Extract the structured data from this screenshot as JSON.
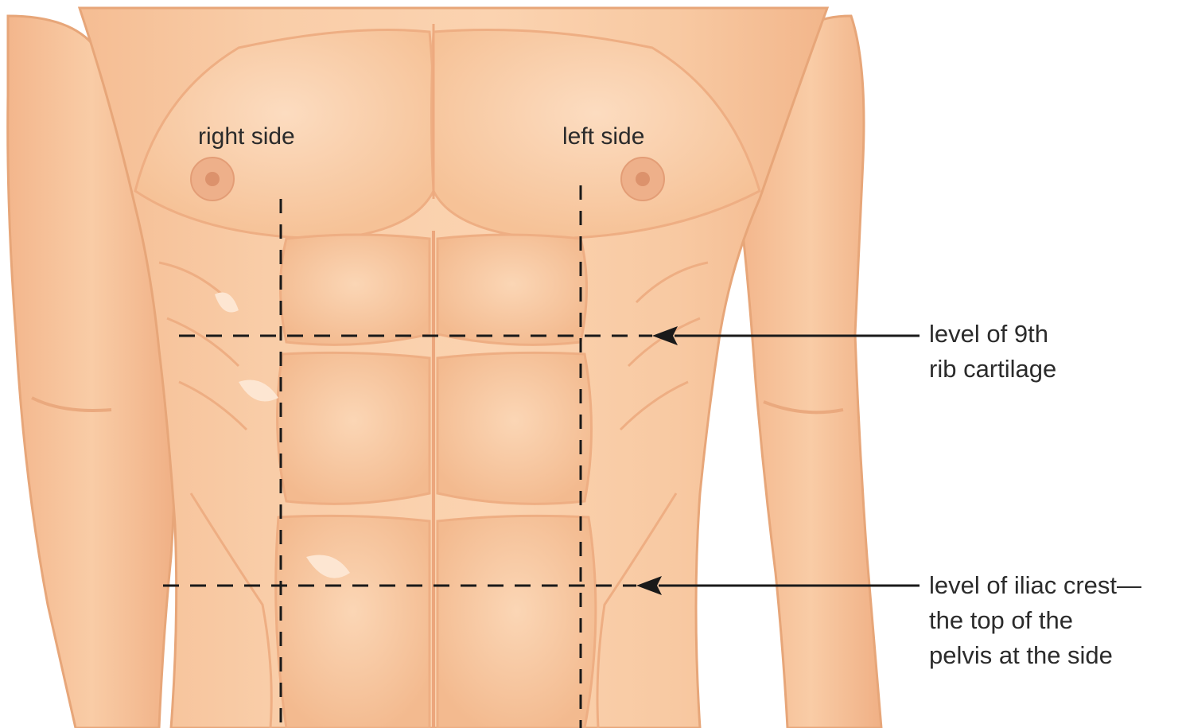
{
  "labels": {
    "right_side": "right side",
    "left_side": "left side",
    "rib_line1": "level of 9th",
    "rib_line2": "rib cartilage",
    "iliac_line1": "level of iliac crest—",
    "iliac_line2": "the top of the",
    "iliac_line3": "pelvis at the side"
  },
  "colors": {
    "skin": "#f8c9a2",
    "skin_shadow": "#efae84",
    "skin_light": "#fcdcc0",
    "outline": "#e29a6e",
    "nipple": "#e6a27c",
    "line": "#1a1a1a",
    "text": "#2b2b2b"
  }
}
